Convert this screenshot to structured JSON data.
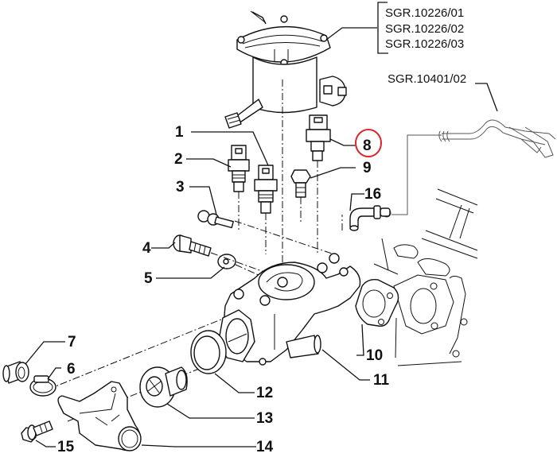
{
  "diagram": {
    "title": "Thermostat housing / water outlet exploded view",
    "highlight_color": "#d9262b",
    "highlighted_part": "8",
    "references": [
      {
        "code": "SGR.10226/01"
      },
      {
        "code": "SGR.10226/02"
      },
      {
        "code": "SGR.10226/03"
      },
      {
        "code": "SGR.10401/02"
      }
    ],
    "callouts": [
      {
        "number": "1"
      },
      {
        "number": "2"
      },
      {
        "number": "3"
      },
      {
        "number": "4"
      },
      {
        "number": "5"
      },
      {
        "number": "6"
      },
      {
        "number": "7"
      },
      {
        "number": "8"
      },
      {
        "number": "9"
      },
      {
        "number": "10"
      },
      {
        "number": "11"
      },
      {
        "number": "12"
      },
      {
        "number": "13"
      },
      {
        "number": "14"
      },
      {
        "number": "15"
      },
      {
        "number": "16"
      }
    ],
    "parts": [
      {
        "id": "fuel-filter-housing",
        "name": "Fuel filter housing"
      },
      {
        "id": "temperature-sensor-1",
        "name": "Temperature sensor",
        "callout": "1"
      },
      {
        "id": "temperature-sensor-2",
        "name": "Temperature sender",
        "callout": "2"
      },
      {
        "id": "screw-with-washer",
        "name": "Screw with washer",
        "callout": "3"
      },
      {
        "id": "bolt",
        "name": "Bolt",
        "callout": "4"
      },
      {
        "id": "washer",
        "name": "Washer",
        "callout": "5"
      },
      {
        "id": "hose-clamp",
        "name": "Hose clamp",
        "callout": "6"
      },
      {
        "id": "plug",
        "name": "Plug",
        "callout": "7"
      },
      {
        "id": "temperature-sensor-8",
        "name": "Temperature sensor",
        "callout": "8"
      },
      {
        "id": "plug-bolt",
        "name": "Plug bolt",
        "callout": "9"
      },
      {
        "id": "gasket",
        "name": "Gasket",
        "callout": "10"
      },
      {
        "id": "thermostat-body",
        "name": "Thermostat body",
        "callout": "11"
      },
      {
        "id": "seal-ring",
        "name": "Seal ring",
        "callout": "12"
      },
      {
        "id": "thermostat",
        "name": "Thermostat",
        "callout": "13"
      },
      {
        "id": "outlet-cover",
        "name": "Outlet cover",
        "callout": "14"
      },
      {
        "id": "bolt-15",
        "name": "Bolt",
        "callout": "15"
      },
      {
        "id": "pipe-union",
        "name": "Pipe union",
        "callout": "16"
      },
      {
        "id": "hose-assembly",
        "name": "Hose assembly"
      },
      {
        "id": "engine-block",
        "name": "Cylinder head"
      }
    ]
  }
}
